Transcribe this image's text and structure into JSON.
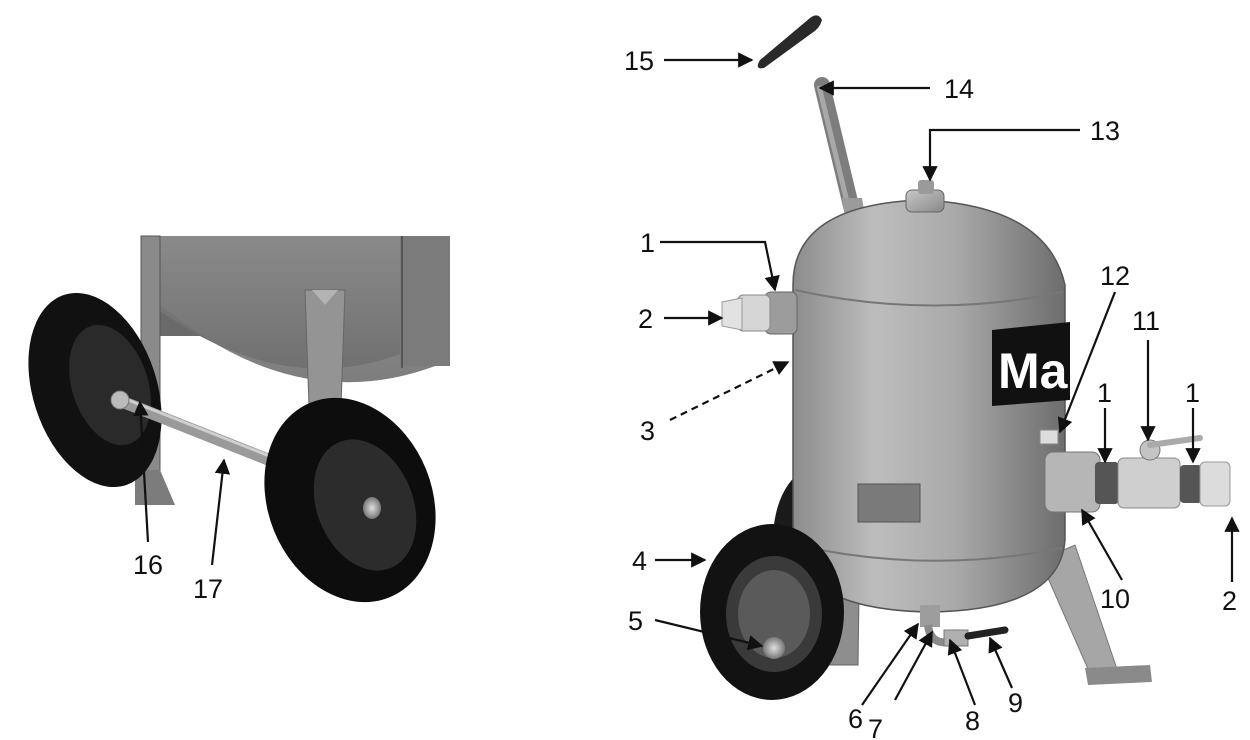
{
  "brand_text": "Ma",
  "callouts": {
    "c1a": "1",
    "c1b": "1",
    "c1c": "1",
    "c2a": "2",
    "c2b": "2",
    "c3": "3",
    "c4": "4",
    "c5": "5",
    "c6": "6",
    "c7": "7",
    "c8": "8",
    "c9": "9",
    "c10": "10",
    "c11": "11",
    "c12": "12",
    "c13": "13",
    "c14": "14",
    "c15": "15",
    "c16": "16",
    "c17": "17"
  }
}
